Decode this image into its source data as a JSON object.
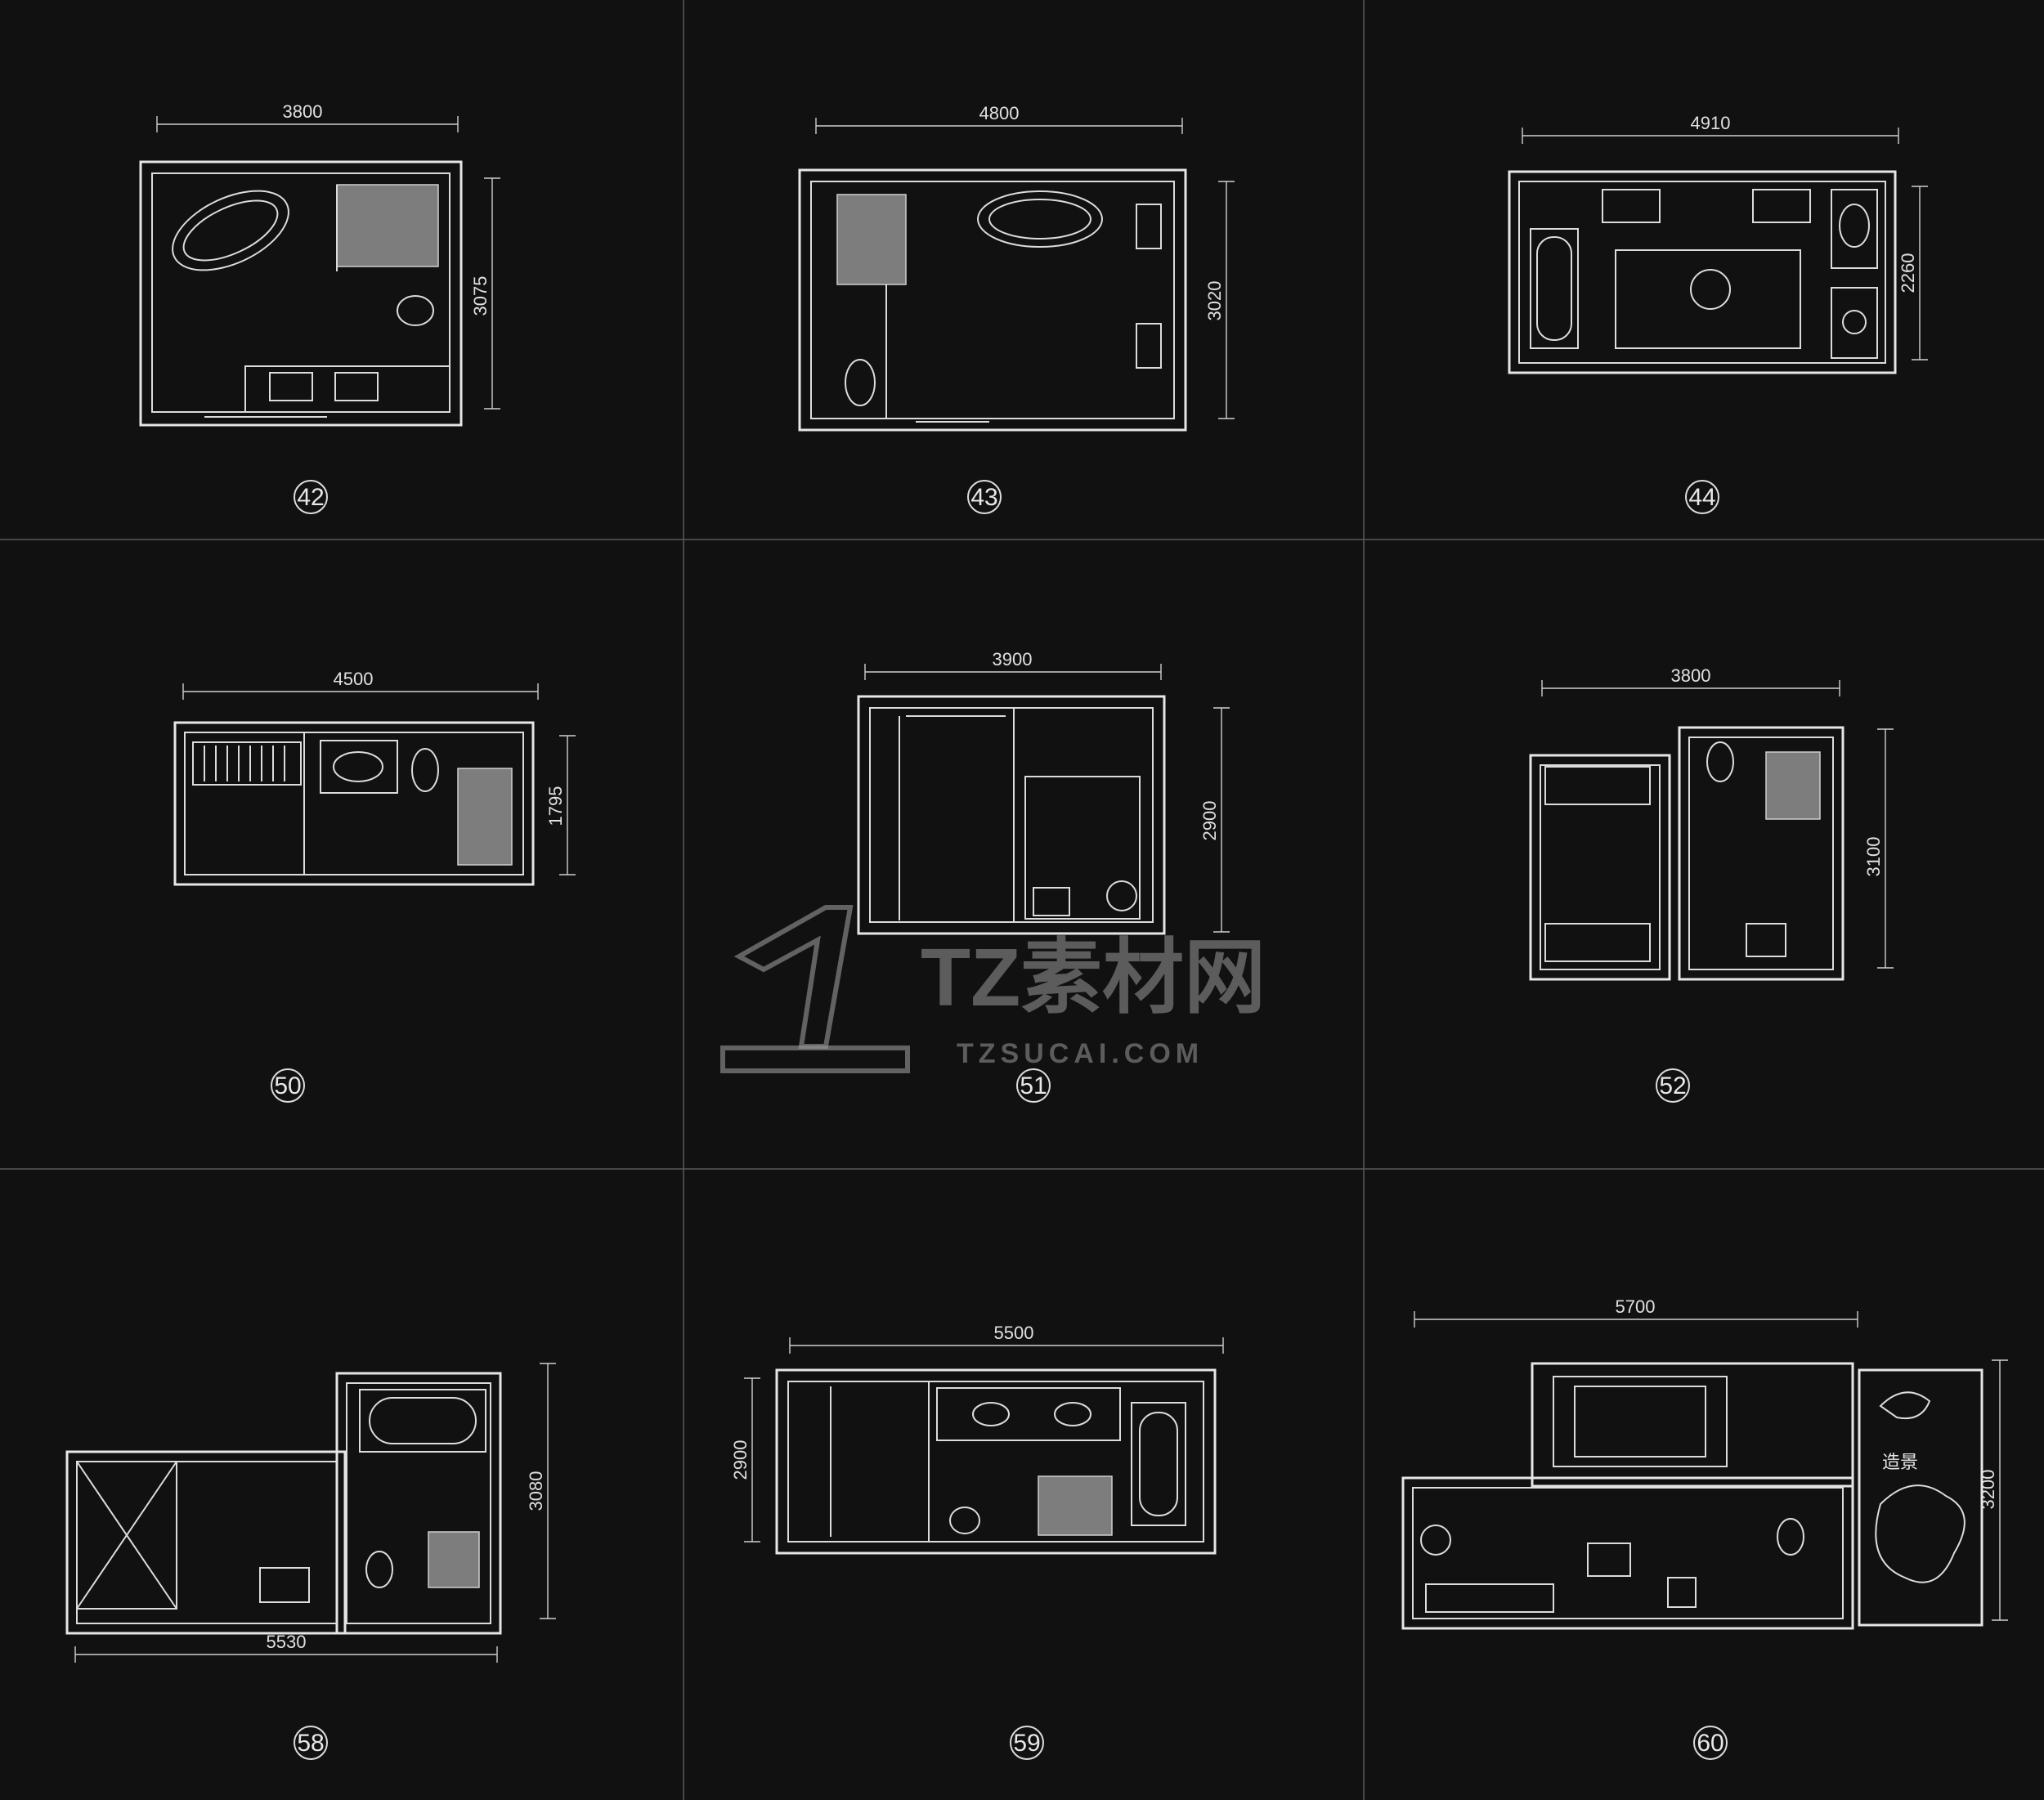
{
  "plans": [
    {
      "id": "42",
      "width_dim": "3800",
      "height_dim": "3075"
    },
    {
      "id": "43",
      "width_dim": "4800",
      "height_dim": "3020"
    },
    {
      "id": "44",
      "width_dim": "4910",
      "height_dim": "2260"
    },
    {
      "id": "50",
      "width_dim": "4500",
      "height_dim": "1795"
    },
    {
      "id": "51",
      "width_dim": "3900",
      "height_dim": "2900"
    },
    {
      "id": "52",
      "width_dim": "3800",
      "height_dim": "3100"
    },
    {
      "id": "58",
      "width_dim": "5530",
      "width_dim_top": "",
      "height_dim": "3080"
    },
    {
      "id": "59",
      "width_dim": "5500",
      "height_dim": "2900"
    },
    {
      "id": "60",
      "width_dim": "5700",
      "height_dim": "3200",
      "note": "造景"
    }
  ],
  "watermark": {
    "brand": "TZ素材网",
    "url": "TZSUCAI.COM"
  },
  "colors": {
    "background": "#111111",
    "lines": "#dcdcdc",
    "grid": "#5a5a5a",
    "hatch": "#7d7d7d"
  }
}
